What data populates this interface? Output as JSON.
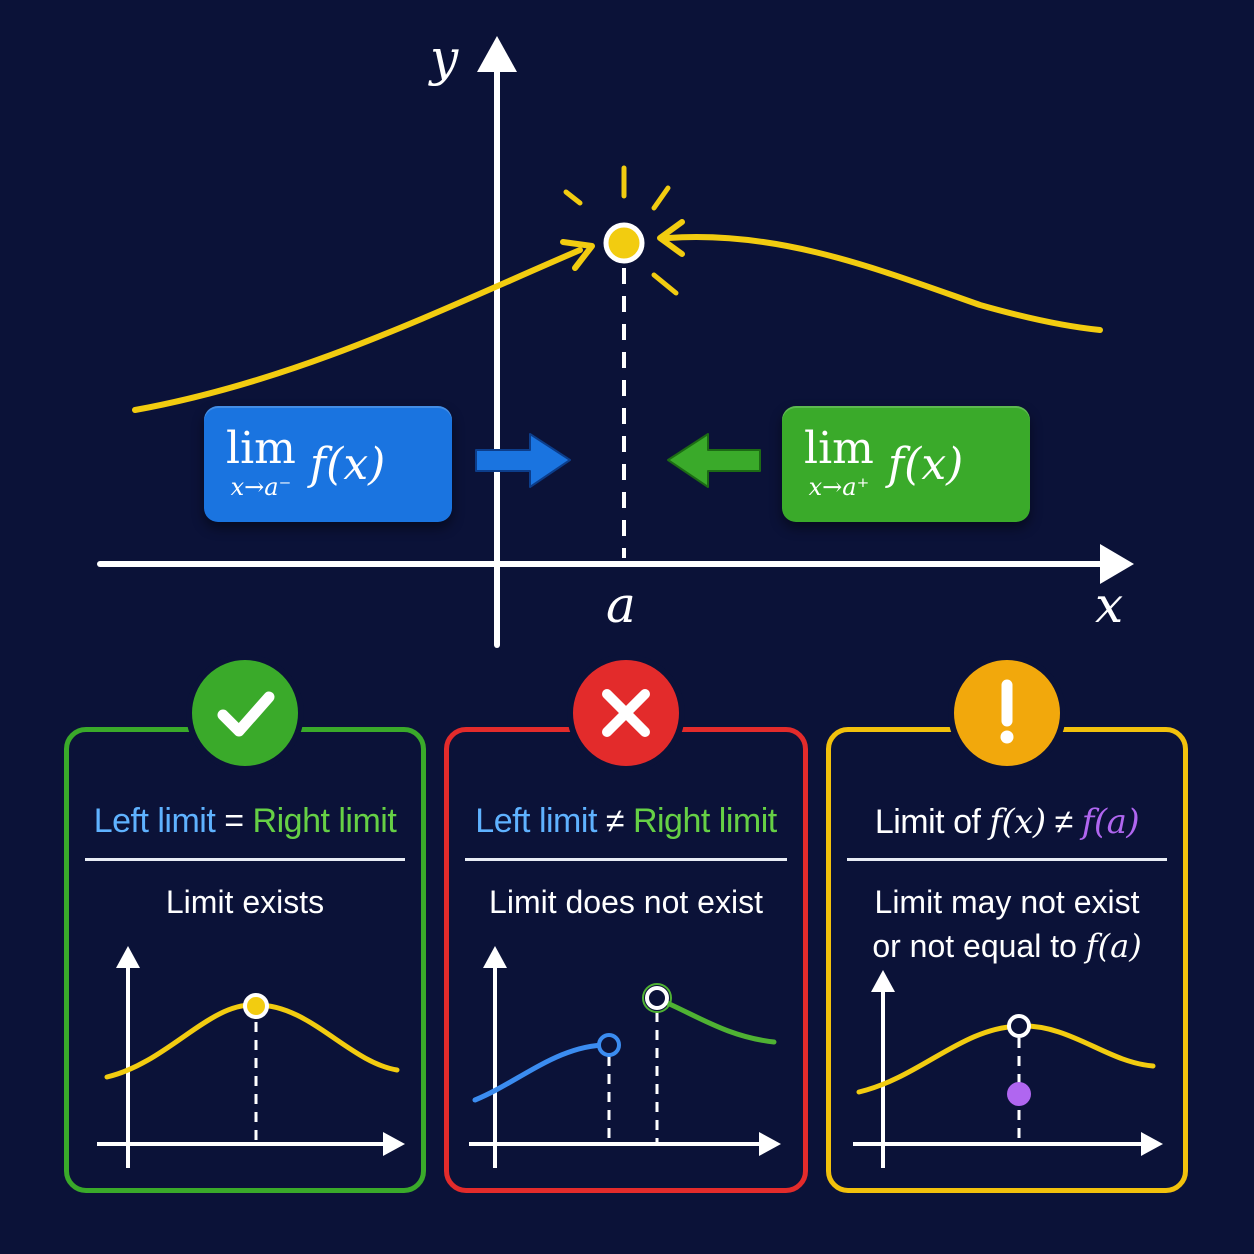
{
  "main_graph": {
    "y_axis_label": "y",
    "x_axis_label": "x",
    "point_label": "a"
  },
  "left_limit_box": {
    "lim": "lim",
    "subscript": "x→a⁻",
    "function": "f(x)"
  },
  "right_limit_box": {
    "lim": "lim",
    "subscript": "x→a⁺",
    "function": "f(x)"
  },
  "cards": [
    {
      "badge_icon": "check-icon",
      "condition_left": "Left limit",
      "condition_op": " = ",
      "condition_right": "Right limit",
      "result": "Limit exists"
    },
    {
      "badge_icon": "cross-icon",
      "condition_left": "Left limit",
      "condition_op": " ≠ ",
      "condition_right": "Right limit",
      "result": "Limit does not exist"
    },
    {
      "badge_icon": "exclamation-icon",
      "condition_prefix": "Limit of ",
      "condition_fx": "f(x)",
      "condition_op": " ≠ ",
      "condition_fa": "f(a)",
      "result_line1": "Limit may not exist",
      "result_line2_prefix": "or not equal to ",
      "result_line2_fa": "f(a)"
    }
  ],
  "colors": {
    "background": "#0b1238",
    "curve": "#f2cc10",
    "left_blue": "#1a74e0",
    "right_green": "#3aaa2a",
    "red": "#e32b2b",
    "purple": "#b066f0",
    "text_blue": "#5fb2ff",
    "text_green": "#66d045"
  }
}
